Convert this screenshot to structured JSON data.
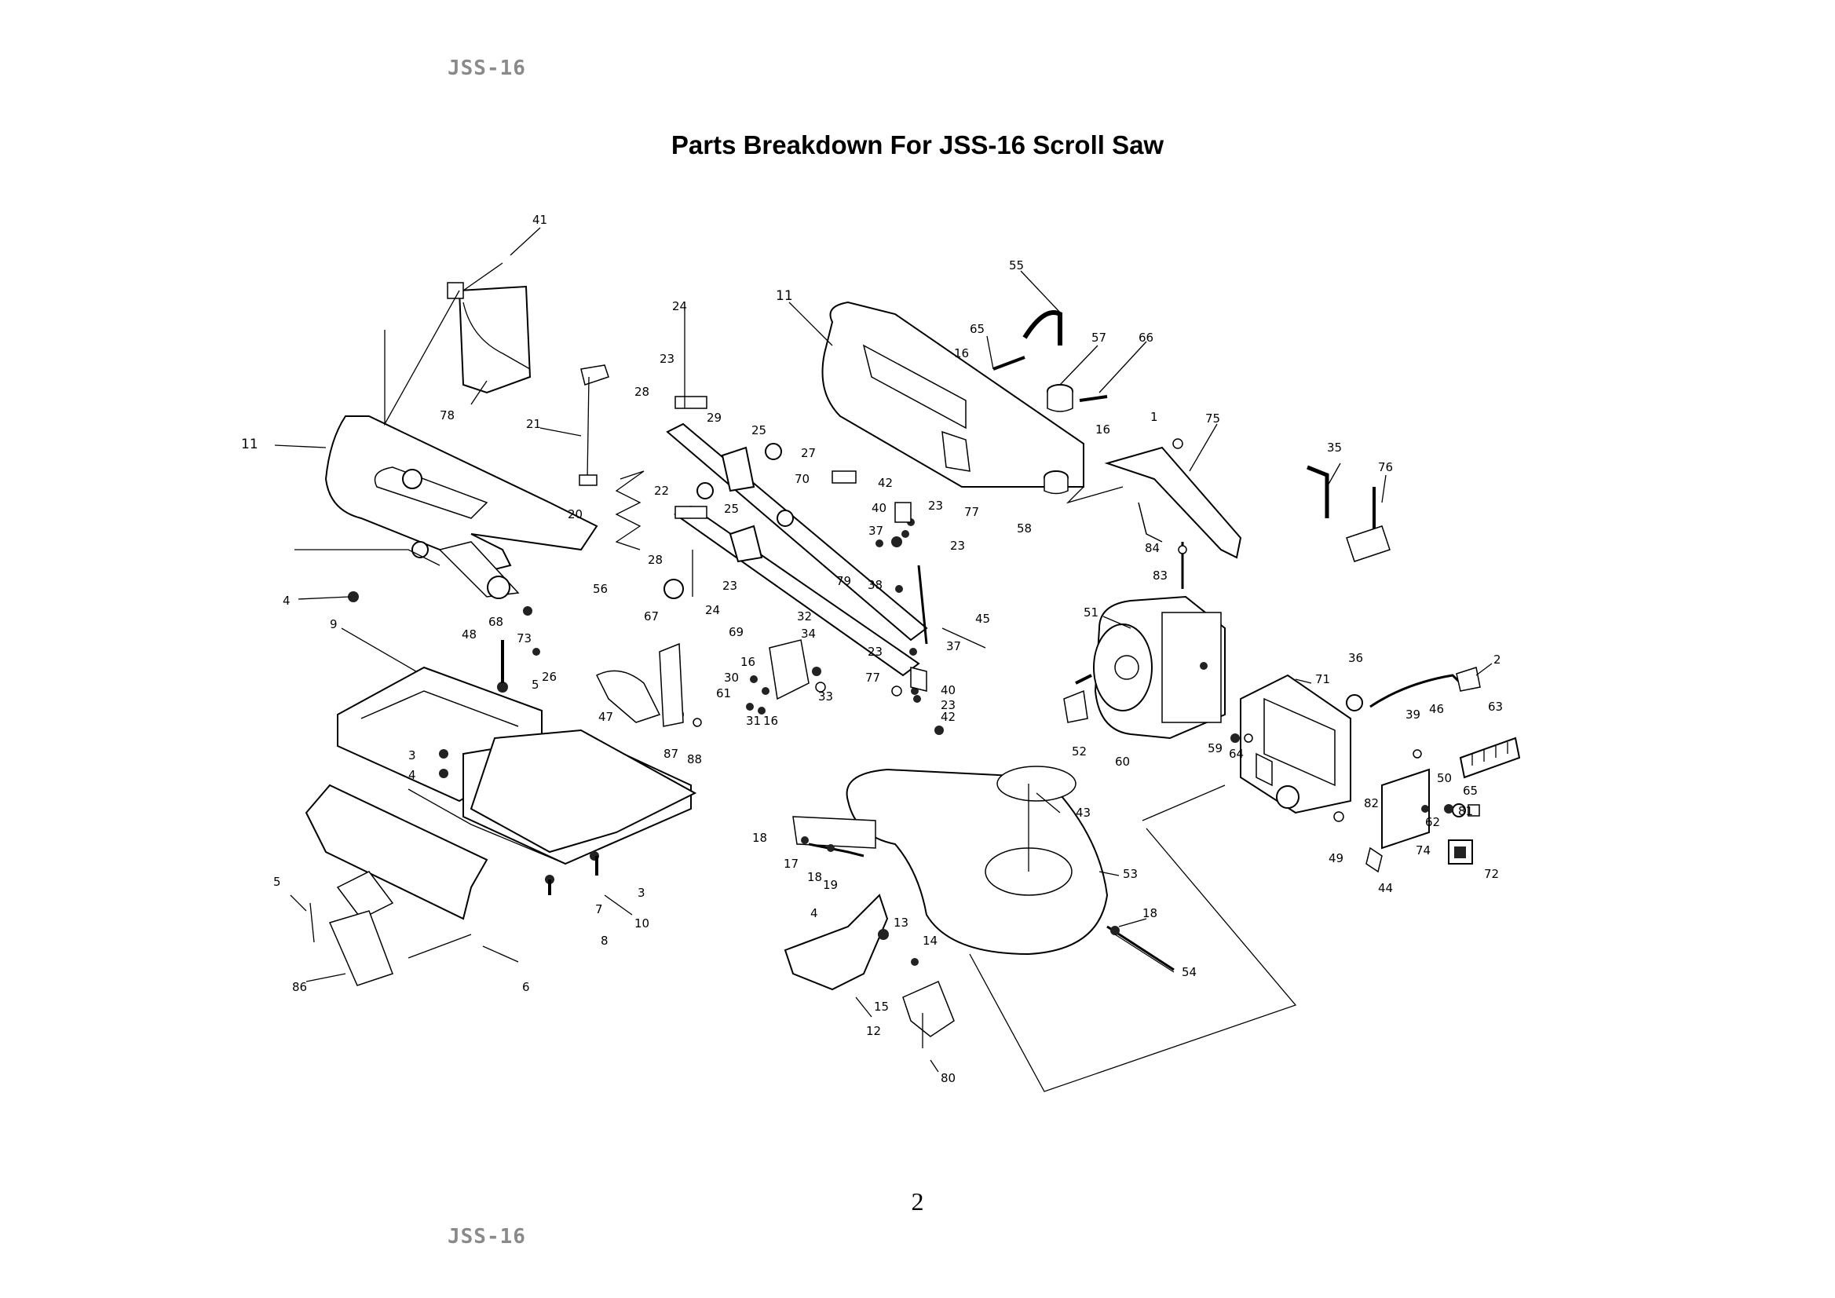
{
  "header": {
    "model_code": "JSS-16"
  },
  "title": "Parts Breakdown For JSS-16 Scroll Saw",
  "footer": {
    "page_number": "2",
    "model_code": "JSS-16"
  },
  "labels": [
    {
      "id": "l41",
      "text": "41"
    },
    {
      "id": "l78",
      "text": "78"
    },
    {
      "id": "l11a",
      "text": "11"
    },
    {
      "id": "l11b",
      "text": "11"
    },
    {
      "id": "l24a",
      "text": "24"
    },
    {
      "id": "l23a",
      "text": "23"
    },
    {
      "id": "l28a",
      "text": "28"
    },
    {
      "id": "l21",
      "text": "21"
    },
    {
      "id": "l29",
      "text": "29"
    },
    {
      "id": "l25a",
      "text": "25"
    },
    {
      "id": "l27",
      "text": "27"
    },
    {
      "id": "l70",
      "text": "70"
    },
    {
      "id": "l42a",
      "text": "42"
    },
    {
      "id": "l40a",
      "text": "40"
    },
    {
      "id": "l23b",
      "text": "23"
    },
    {
      "id": "l77a",
      "text": "77"
    },
    {
      "id": "l37a",
      "text": "37"
    },
    {
      "id": "l23c",
      "text": "23"
    },
    {
      "id": "l55",
      "text": "55"
    },
    {
      "id": "l65",
      "text": "65"
    },
    {
      "id": "l57",
      "text": "57"
    },
    {
      "id": "l66",
      "text": "66"
    },
    {
      "id": "l16a",
      "text": "16"
    },
    {
      "id": "l16b",
      "text": "16"
    },
    {
      "id": "l1",
      "text": "1"
    },
    {
      "id": "l75",
      "text": "75"
    },
    {
      "id": "l58",
      "text": "58"
    },
    {
      "id": "l35",
      "text": "35"
    },
    {
      "id": "l76",
      "text": "76"
    },
    {
      "id": "l20",
      "text": "20"
    },
    {
      "id": "l22",
      "text": "22"
    },
    {
      "id": "l25b",
      "text": "25"
    },
    {
      "id": "l28b",
      "text": "28"
    },
    {
      "id": "l23d",
      "text": "23"
    },
    {
      "id": "l24b",
      "text": "24"
    },
    {
      "id": "l79",
      "text": "79"
    },
    {
      "id": "l38",
      "text": "38"
    },
    {
      "id": "l45",
      "text": "45"
    },
    {
      "id": "l84",
      "text": "84"
    },
    {
      "id": "l83",
      "text": "83"
    },
    {
      "id": "l4a",
      "text": "4"
    },
    {
      "id": "l68",
      "text": "68"
    },
    {
      "id": "l73",
      "text": "73"
    },
    {
      "id": "l56",
      "text": "56"
    },
    {
      "id": "l9",
      "text": "9"
    },
    {
      "id": "l48",
      "text": "48"
    },
    {
      "id": "l26",
      "text": "26"
    },
    {
      "id": "l5a",
      "text": "5"
    },
    {
      "id": "l67",
      "text": "67"
    },
    {
      "id": "l47",
      "text": "47"
    },
    {
      "id": "l87",
      "text": "87"
    },
    {
      "id": "l88",
      "text": "88"
    },
    {
      "id": "l69",
      "text": "69"
    },
    {
      "id": "l16c",
      "text": "16"
    },
    {
      "id": "l30",
      "text": "30"
    },
    {
      "id": "l61",
      "text": "61"
    },
    {
      "id": "l31",
      "text": "31"
    },
    {
      "id": "l16d",
      "text": "16"
    },
    {
      "id": "l34",
      "text": "34"
    },
    {
      "id": "l32",
      "text": "32"
    },
    {
      "id": "l33",
      "text": "33"
    },
    {
      "id": "l23e",
      "text": "23"
    },
    {
      "id": "l37b",
      "text": "37"
    },
    {
      "id": "l77b",
      "text": "77"
    },
    {
      "id": "l40b",
      "text": "40"
    },
    {
      "id": "l23f",
      "text": "23"
    },
    {
      "id": "l42b",
      "text": "42"
    },
    {
      "id": "l51",
      "text": "51"
    },
    {
      "id": "l52",
      "text": "52"
    },
    {
      "id": "l60",
      "text": "60"
    },
    {
      "id": "l59",
      "text": "59"
    },
    {
      "id": "l64",
      "text": "64"
    },
    {
      "id": "l71",
      "text": "71"
    },
    {
      "id": "l36",
      "text": "36"
    },
    {
      "id": "l2",
      "text": "2"
    },
    {
      "id": "l39",
      "text": "39"
    },
    {
      "id": "l46",
      "text": "46"
    },
    {
      "id": "l63",
      "text": "63"
    },
    {
      "id": "l50",
      "text": "50"
    },
    {
      "id": "l65b",
      "text": "65"
    },
    {
      "id": "l82",
      "text": "82"
    },
    {
      "id": "l62",
      "text": "62"
    },
    {
      "id": "l81",
      "text": "81"
    },
    {
      "id": "l49",
      "text": "49"
    },
    {
      "id": "l74",
      "text": "74"
    },
    {
      "id": "l72",
      "text": "72"
    },
    {
      "id": "l44",
      "text": "44"
    },
    {
      "id": "l3a",
      "text": "3"
    },
    {
      "id": "l4b",
      "text": "4"
    },
    {
      "id": "l5b",
      "text": "5"
    },
    {
      "id": "l7",
      "text": "7"
    },
    {
      "id": "l3b",
      "text": "3"
    },
    {
      "id": "l8",
      "text": "8"
    },
    {
      "id": "l10",
      "text": "10"
    },
    {
      "id": "l86",
      "text": "86"
    },
    {
      "id": "l6",
      "text": "6"
    },
    {
      "id": "l18a",
      "text": "18"
    },
    {
      "id": "l17",
      "text": "17"
    },
    {
      "id": "l18b",
      "text": "18"
    },
    {
      "id": "l19",
      "text": "19"
    },
    {
      "id": "l4c",
      "text": "4"
    },
    {
      "id": "l13",
      "text": "13"
    },
    {
      "id": "l14",
      "text": "14"
    },
    {
      "id": "l15",
      "text": "15"
    },
    {
      "id": "l12",
      "text": "12"
    },
    {
      "id": "l80",
      "text": "80"
    },
    {
      "id": "l43",
      "text": "43"
    },
    {
      "id": "l53",
      "text": "53"
    },
    {
      "id": "l18c",
      "text": "18"
    },
    {
      "id": "l54",
      "text": "54"
    }
  ]
}
